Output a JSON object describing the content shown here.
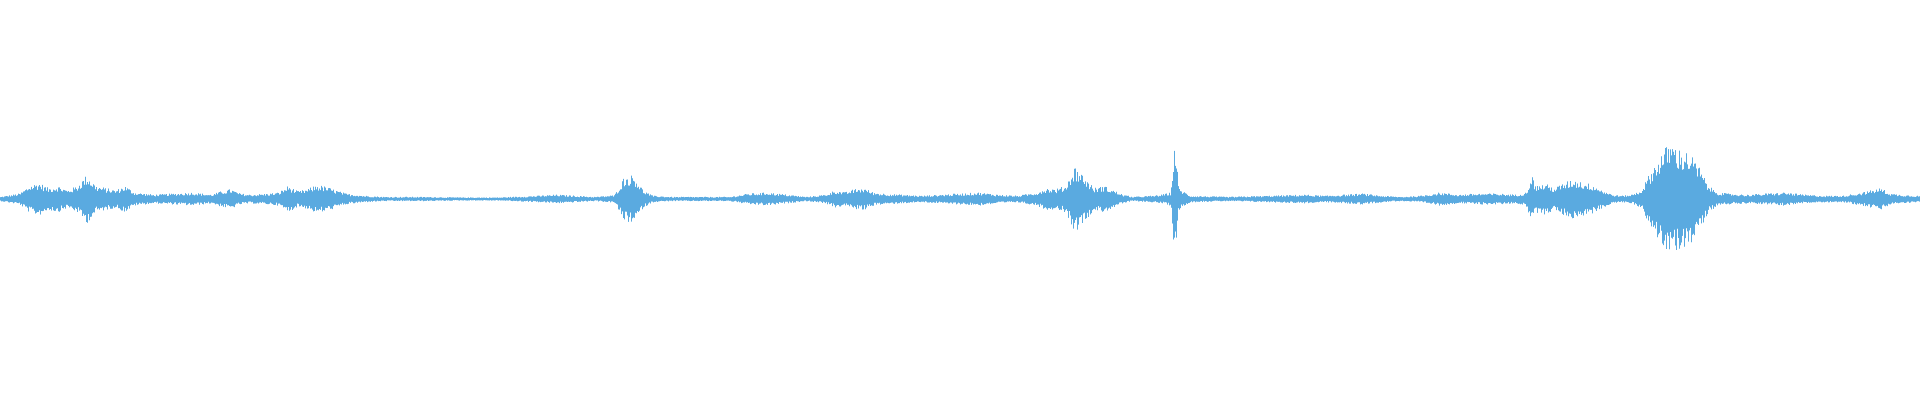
{
  "waveform": {
    "color": "#5aaae0",
    "background": "#ffffff",
    "baseline_fraction": 0.4975,
    "peak_amplitude_fraction": 0.28,
    "envelope": [
      [
        0.0,
        0.02
      ],
      [
        0.01,
        0.05
      ],
      [
        0.015,
        0.12
      ],
      [
        0.02,
        0.15
      ],
      [
        0.025,
        0.1
      ],
      [
        0.03,
        0.12
      ],
      [
        0.035,
        0.08
      ],
      [
        0.04,
        0.12
      ],
      [
        0.045,
        0.22
      ],
      [
        0.05,
        0.12
      ],
      [
        0.055,
        0.1
      ],
      [
        0.06,
        0.08
      ],
      [
        0.065,
        0.12
      ],
      [
        0.07,
        0.06
      ],
      [
        0.075,
        0.05
      ],
      [
        0.08,
        0.04
      ],
      [
        0.09,
        0.05
      ],
      [
        0.1,
        0.06
      ],
      [
        0.11,
        0.04
      ],
      [
        0.115,
        0.07
      ],
      [
        0.12,
        0.09
      ],
      [
        0.125,
        0.05
      ],
      [
        0.13,
        0.04
      ],
      [
        0.14,
        0.05
      ],
      [
        0.145,
        0.06
      ],
      [
        0.15,
        0.12
      ],
      [
        0.155,
        0.07
      ],
      [
        0.16,
        0.09
      ],
      [
        0.165,
        0.13
      ],
      [
        0.17,
        0.11
      ],
      [
        0.175,
        0.08
      ],
      [
        0.18,
        0.05
      ],
      [
        0.19,
        0.03
      ],
      [
        0.2,
        0.02
      ],
      [
        0.22,
        0.02
      ],
      [
        0.24,
        0.015
      ],
      [
        0.26,
        0.015
      ],
      [
        0.28,
        0.03
      ],
      [
        0.29,
        0.04
      ],
      [
        0.3,
        0.03
      ],
      [
        0.31,
        0.02
      ],
      [
        0.32,
        0.035
      ],
      [
        0.325,
        0.2
      ],
      [
        0.33,
        0.22
      ],
      [
        0.335,
        0.08
      ],
      [
        0.34,
        0.03
      ],
      [
        0.35,
        0.02
      ],
      [
        0.36,
        0.02
      ],
      [
        0.38,
        0.02
      ],
      [
        0.39,
        0.05
      ],
      [
        0.4,
        0.06
      ],
      [
        0.41,
        0.04
      ],
      [
        0.42,
        0.02
      ],
      [
        0.43,
        0.04
      ],
      [
        0.435,
        0.08
      ],
      [
        0.44,
        0.06
      ],
      [
        0.445,
        0.09
      ],
      [
        0.45,
        0.1
      ],
      [
        0.455,
        0.06
      ],
      [
        0.46,
        0.05
      ],
      [
        0.47,
        0.04
      ],
      [
        0.48,
        0.03
      ],
      [
        0.49,
        0.04
      ],
      [
        0.5,
        0.05
      ],
      [
        0.51,
        0.06
      ],
      [
        0.52,
        0.04
      ],
      [
        0.53,
        0.03
      ],
      [
        0.54,
        0.06
      ],
      [
        0.545,
        0.1
      ],
      [
        0.55,
        0.09
      ],
      [
        0.555,
        0.12
      ],
      [
        0.56,
        0.3
      ],
      [
        0.565,
        0.2
      ],
      [
        0.57,
        0.1
      ],
      [
        0.575,
        0.12
      ],
      [
        0.58,
        0.08
      ],
      [
        0.585,
        0.04
      ],
      [
        0.59,
        0.02
      ],
      [
        0.6,
        0.03
      ],
      [
        0.605,
        0.04
      ],
      [
        0.61,
        0.06
      ],
      [
        0.612,
        0.55
      ],
      [
        0.614,
        0.1
      ],
      [
        0.62,
        0.03
      ],
      [
        0.64,
        0.02
      ],
      [
        0.66,
        0.03
      ],
      [
        0.68,
        0.04
      ],
      [
        0.69,
        0.03
      ],
      [
        0.7,
        0.04
      ],
      [
        0.71,
        0.05
      ],
      [
        0.72,
        0.03
      ],
      [
        0.73,
        0.02
      ],
      [
        0.74,
        0.03
      ],
      [
        0.75,
        0.06
      ],
      [
        0.76,
        0.04
      ],
      [
        0.77,
        0.05
      ],
      [
        0.78,
        0.05
      ],
      [
        0.79,
        0.04
      ],
      [
        0.795,
        0.06
      ],
      [
        0.798,
        0.22
      ],
      [
        0.8,
        0.12
      ],
      [
        0.805,
        0.14
      ],
      [
        0.81,
        0.1
      ],
      [
        0.815,
        0.15
      ],
      [
        0.82,
        0.18
      ],
      [
        0.825,
        0.15
      ],
      [
        0.83,
        0.13
      ],
      [
        0.835,
        0.08
      ],
      [
        0.84,
        0.04
      ],
      [
        0.845,
        0.03
      ],
      [
        0.85,
        0.04
      ],
      [
        0.855,
        0.08
      ],
      [
        0.86,
        0.25
      ],
      [
        0.865,
        0.4
      ],
      [
        0.87,
        0.52
      ],
      [
        0.875,
        0.45
      ],
      [
        0.88,
        0.42
      ],
      [
        0.885,
        0.3
      ],
      [
        0.89,
        0.12
      ],
      [
        0.895,
        0.06
      ],
      [
        0.9,
        0.05
      ],
      [
        0.91,
        0.04
      ],
      [
        0.92,
        0.05
      ],
      [
        0.93,
        0.06
      ],
      [
        0.94,
        0.04
      ],
      [
        0.95,
        0.03
      ],
      [
        0.96,
        0.03
      ],
      [
        0.97,
        0.06
      ],
      [
        0.975,
        0.08
      ],
      [
        0.98,
        0.1
      ],
      [
        0.985,
        0.05
      ],
      [
        0.99,
        0.04
      ],
      [
        1.0,
        0.03
      ]
    ]
  }
}
